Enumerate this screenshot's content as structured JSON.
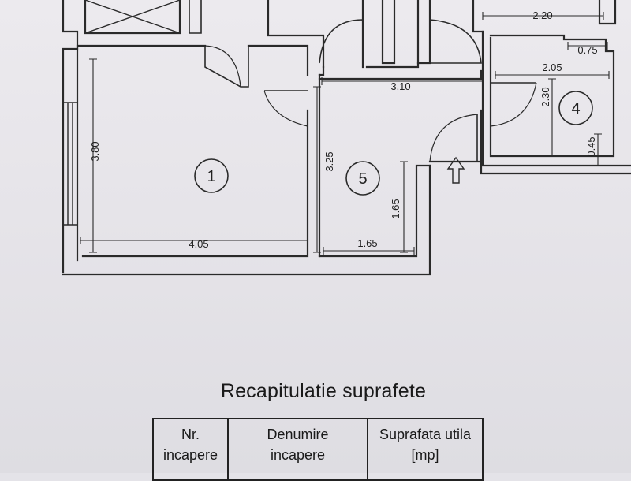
{
  "plan": {
    "rooms": [
      {
        "id": "room-1",
        "number": "1"
      },
      {
        "id": "room-5",
        "number": "5"
      },
      {
        "id": "room-4",
        "number": "4"
      }
    ],
    "dimensions": [
      {
        "id": "dim-2-20",
        "text": "2.20"
      },
      {
        "id": "dim-0-75",
        "text": "0.75"
      },
      {
        "id": "dim-2-05",
        "text": "2.05"
      },
      {
        "id": "dim-3-10",
        "text": "3.10"
      },
      {
        "id": "dim-2-30",
        "text": "2.30"
      },
      {
        "id": "dim-0-45",
        "text": "0.45"
      },
      {
        "id": "dim-3-80",
        "text": "3.80"
      },
      {
        "id": "dim-3-25",
        "text": "3.25"
      },
      {
        "id": "dim-1-65-v",
        "text": "1.65"
      },
      {
        "id": "dim-4-05",
        "text": "4.05"
      },
      {
        "id": "dim-1-65-h",
        "text": "1.65"
      }
    ]
  },
  "summary": {
    "title": "Recapitulatie suprafete",
    "columns": [
      {
        "line1": "Nr.",
        "line2": "incapere"
      },
      {
        "line1": "Denumire",
        "line2": "incapere"
      },
      {
        "line1": "Suprafata utila",
        "line2": "[mp]"
      }
    ]
  }
}
